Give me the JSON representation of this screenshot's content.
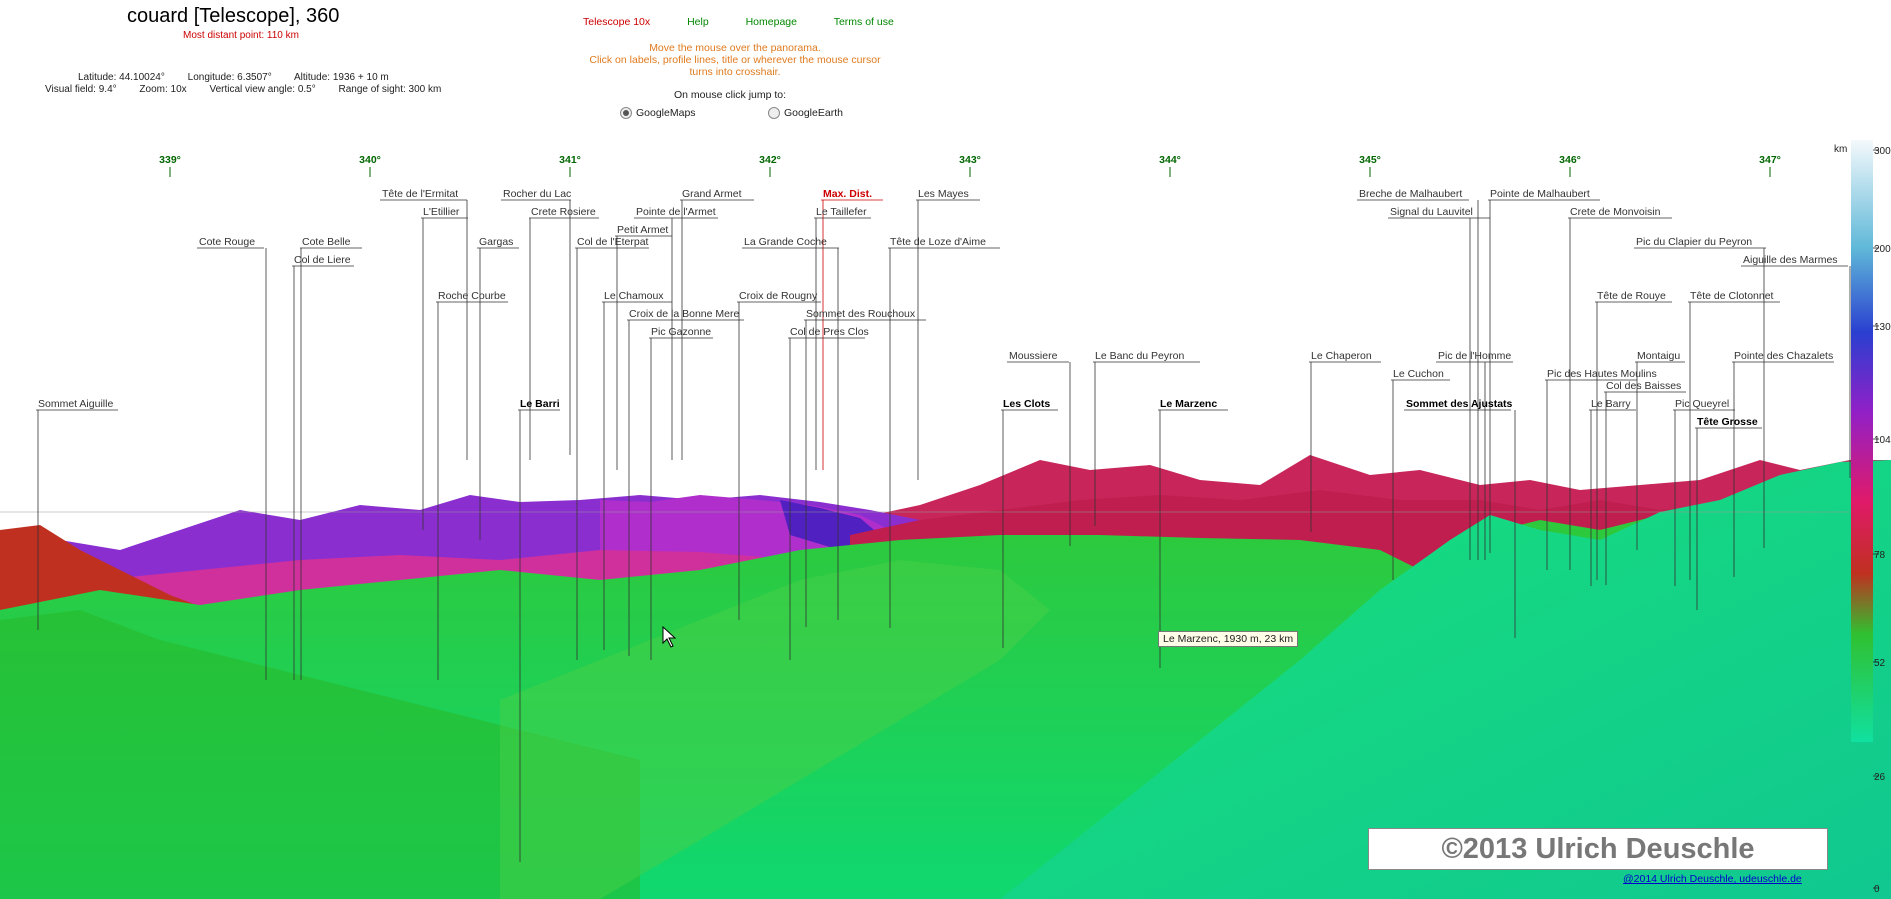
{
  "header": {
    "title": "couard [Telescope], 360",
    "subtitle": "Most distant point: 110 km",
    "latitude": "Latitude: 44.10024°",
    "longitude": "Longitude: 6.3507°",
    "altitude": "Altitude: 1936 + 10 m",
    "visual_field": "Visual field: 9.4°",
    "zoom": "Zoom: 10x",
    "vertical_angle": "Vertical view angle: 0.5°",
    "range": "Range of sight: 300 km"
  },
  "nav": {
    "telescope": "Telescope 10x",
    "help": "Help",
    "homepage": "Homepage",
    "terms": "Terms of use"
  },
  "instructions": {
    "line1": "Move the mouse over the panorama.",
    "line2": "Click on labels, profile lines, title or wherever the mouse cursor",
    "line3": "turns into crosshair."
  },
  "jump": {
    "label": "On mouse click jump to:",
    "options": [
      "GoogleMaps",
      "GoogleEarth"
    ],
    "selected": "GoogleMaps"
  },
  "degrees": [
    "339°",
    "340°",
    "341°",
    "342°",
    "343°",
    "344°",
    "345°",
    "346°",
    "347°"
  ],
  "peaks": [
    "Tête de l'Ermitat",
    "Rocher du Lac",
    "Grand Armet",
    "Max. Dist.",
    "Les Mayes",
    "L'Etillier",
    "Crete Rosiere",
    "Pointe de l'Armet",
    "Le Taillefer",
    "Petit Armet",
    "Cote Rouge",
    "Cote Belle",
    "Gargas",
    "Col de l'Eterpat",
    "La Grande Coche",
    "Tête de Loze d'Aime",
    "Col de Liere",
    "Roche Courbe",
    "Le Chamoux",
    "Croix de Rougny",
    "Croix de la Bonne Mere",
    "Sommet des Rouchoux",
    "Pic Gazonne",
    "Col de Pres Clos",
    "Sommet Aiguille",
    "Le Barri",
    "Moussiere",
    "Le Banc du Peyron",
    "Les Clots",
    "Le Marzenc",
    "Breche de Malhaubert",
    "Pointe de Malhaubert",
    "Signal du Lauvitel",
    "Crete de Monvoisin",
    "Pic du Clapier du Peyron",
    "Aiguille des Marmes",
    "Le Chaperon",
    "Le Cuchon",
    "Pic de l'Homme",
    "Pic des Hautes Moulins",
    "Tête de Rouye",
    "Tête de Clotonnet",
    "Montaigu",
    "Pointe des Chazalets",
    "Col des Baisses",
    "Le Barry",
    "Pic Queyrel",
    "Tête Grosse",
    "Sommet des Ajustats"
  ],
  "tooltip": "Le Marzenc, 1930 m, 23 km",
  "scale": {
    "unit": "km",
    "ticks": [
      "300",
      "200",
      "130",
      "104",
      "78",
      "52",
      "26",
      "0"
    ]
  },
  "watermark": "©2013 Ulrich Deuschle",
  "copyright_link": "@2014 Ulrich Deuschle, udeuschle.de"
}
